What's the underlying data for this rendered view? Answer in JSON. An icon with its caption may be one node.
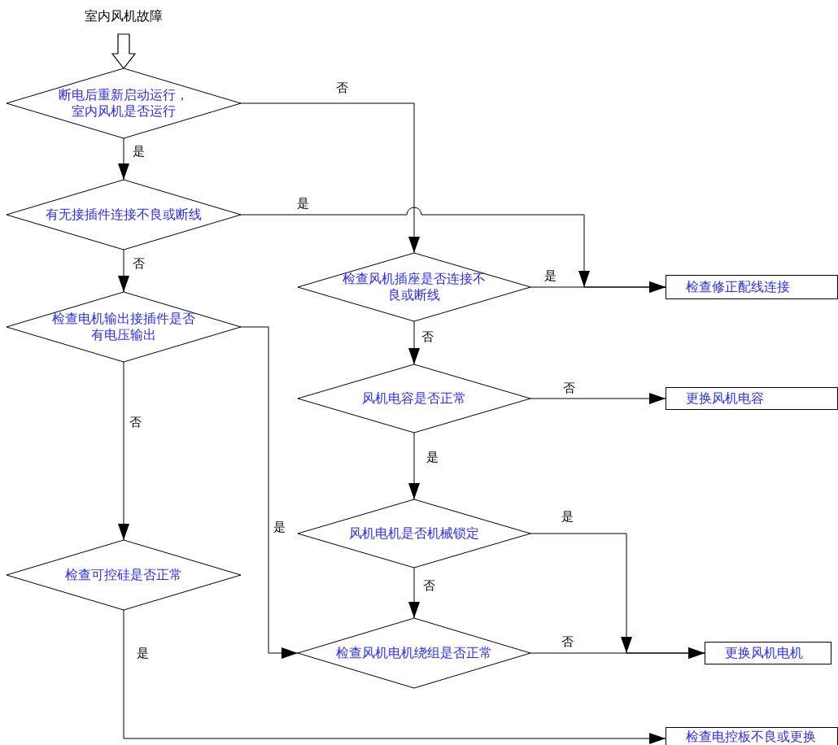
{
  "diagram": {
    "nodes": [
      {
        "text": [
          "室内风机故障"
        ]
      },
      {
        "text": [
          "断电后重新启动运行，室内风机是否运行"
        ]
      },
      {
        "text": [
          "有无接插件连接不良或断线"
        ]
      },
      {
        "text": [
          "检查电机输出接插件是否有电压输出"
        ]
      },
      {
        "text": [
          "检查可控硅是否正常"
        ]
      },
      {
        "text": [
          "检查风机插座是否连接不良或断线"
        ]
      },
      {
        "text": [
          "风机电容是否正常"
        ]
      },
      {
        "text": [
          "风机电机是否机械锁定"
        ]
      },
      {
        "text": [
          "检查风机电机绕组是否正常"
        ]
      },
      {
        "text": [
          "检查修正配线连接"
        ]
      },
      {
        "text": [
          "更换风机电容"
        ]
      },
      {
        "text": [
          "更换风机电机"
        ]
      },
      {
        "text": [
          "检查电控板不良或更换"
        ]
      }
    ],
    "edges": [
      {
        "from": 0,
        "to": 1,
        "arrow": "to"
      },
      {
        "from": 1,
        "to": 2,
        "arrow": "to",
        "label": "是"
      },
      {
        "from": 1,
        "to": 5,
        "arrow": "to",
        "label": "否"
      },
      {
        "from": 2,
        "to": 9,
        "arrow": "to",
        "label": "是"
      },
      {
        "from": 2,
        "to": 3,
        "arrow": "to",
        "label": "否"
      },
      {
        "from": 5,
        "to": 9,
        "arrow": "to",
        "label": "是"
      },
      {
        "from": 5,
        "to": 6,
        "arrow": "to",
        "label": "否"
      },
      {
        "from": 6,
        "to": 10,
        "arrow": "to",
        "label": "否"
      },
      {
        "from": 6,
        "to": 7,
        "arrow": "to",
        "label": "是"
      },
      {
        "from": 3,
        "to": 4,
        "arrow": "to",
        "label": "否"
      },
      {
        "from": 3,
        "to": 8,
        "arrow": "to",
        "label": "是"
      },
      {
        "from": 7,
        "to": 11,
        "arrow": "to",
        "label": "是"
      },
      {
        "from": 7,
        "to": 8,
        "arrow": "to",
        "label": "否"
      },
      {
        "from": 8,
        "to": 11,
        "arrow": "to",
        "label": "否"
      },
      {
        "from": 4,
        "to": 12,
        "arrow": "to",
        "label": "是"
      }
    ]
  }
}
